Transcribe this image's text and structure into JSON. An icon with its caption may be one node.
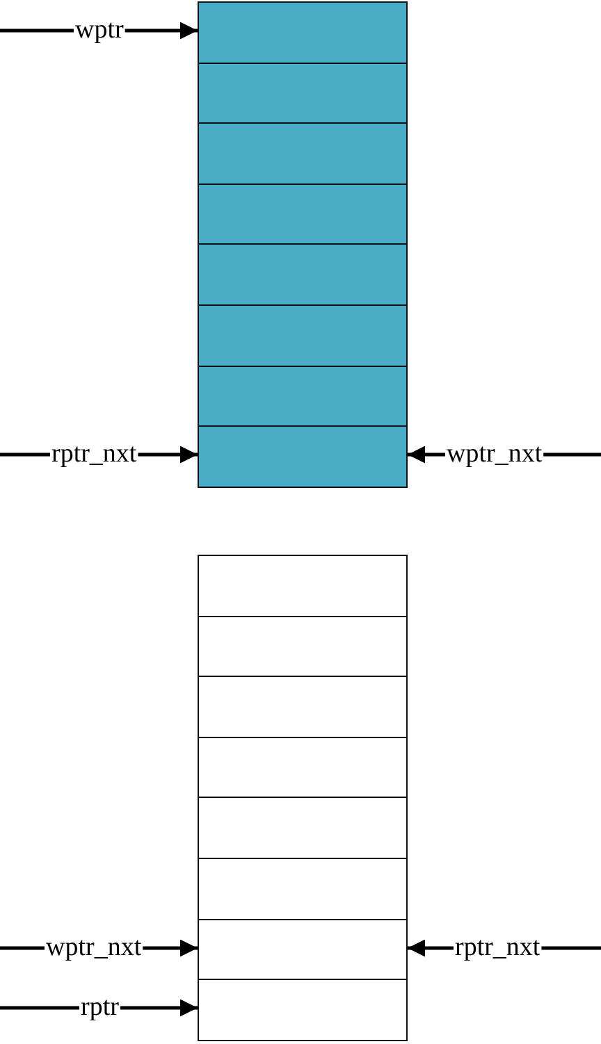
{
  "diagram": {
    "nodes": [
      {
        "text": [],
        "shape": "box"
      },
      {
        "text": [],
        "shape": "box"
      },
      {
        "text": [],
        "shape": "box"
      },
      {
        "text": [],
        "shape": "box"
      },
      {
        "text": [],
        "shape": "box"
      },
      {
        "text": [],
        "shape": "box"
      },
      {
        "text": [],
        "shape": "box"
      },
      {
        "text": [],
        "shape": "box"
      },
      {
        "text": [],
        "shape": "box"
      },
      {
        "text": [],
        "shape": "box"
      },
      {
        "text": [],
        "shape": "box"
      },
      {
        "text": [],
        "shape": "box"
      },
      {
        "text": [],
        "shape": "box"
      },
      {
        "text": [],
        "shape": "box"
      },
      {
        "text": [],
        "shape": "box"
      },
      {
        "text": [],
        "shape": "box"
      },
      {
        "text": [
          "wptr"
        ]
      },
      {
        "text": [
          "rptr_nxt"
        ]
      },
      {
        "text": [
          "wptr_nxt"
        ]
      },
      {
        "text": [
          "wptr_nxt"
        ]
      },
      {
        "text": [
          "rptr_nxt"
        ]
      },
      {
        "text": [
          "rptr"
        ]
      }
    ],
    "edges": [
      {
        "from": null,
        "to": 16,
        "arrow": "none"
      },
      {
        "from": 16,
        "to": 0,
        "arrow": "to"
      },
      {
        "from": null,
        "to": 17,
        "arrow": "none"
      },
      {
        "from": 17,
        "to": 7,
        "arrow": "to"
      },
      {
        "from": 18,
        "to": 7,
        "arrow": "to"
      },
      {
        "from": 18,
        "to": null,
        "arrow": "none"
      },
      {
        "from": null,
        "to": 19,
        "arrow": "none"
      },
      {
        "from": 19,
        "to": 14,
        "arrow": "to"
      },
      {
        "from": 20,
        "to": 14,
        "arrow": "to"
      },
      {
        "from": 20,
        "to": null,
        "arrow": "none"
      },
      {
        "from": null,
        "to": 21,
        "arrow": "none"
      },
      {
        "from": 21,
        "to": 15,
        "arrow": "to"
      }
    ]
  }
}
